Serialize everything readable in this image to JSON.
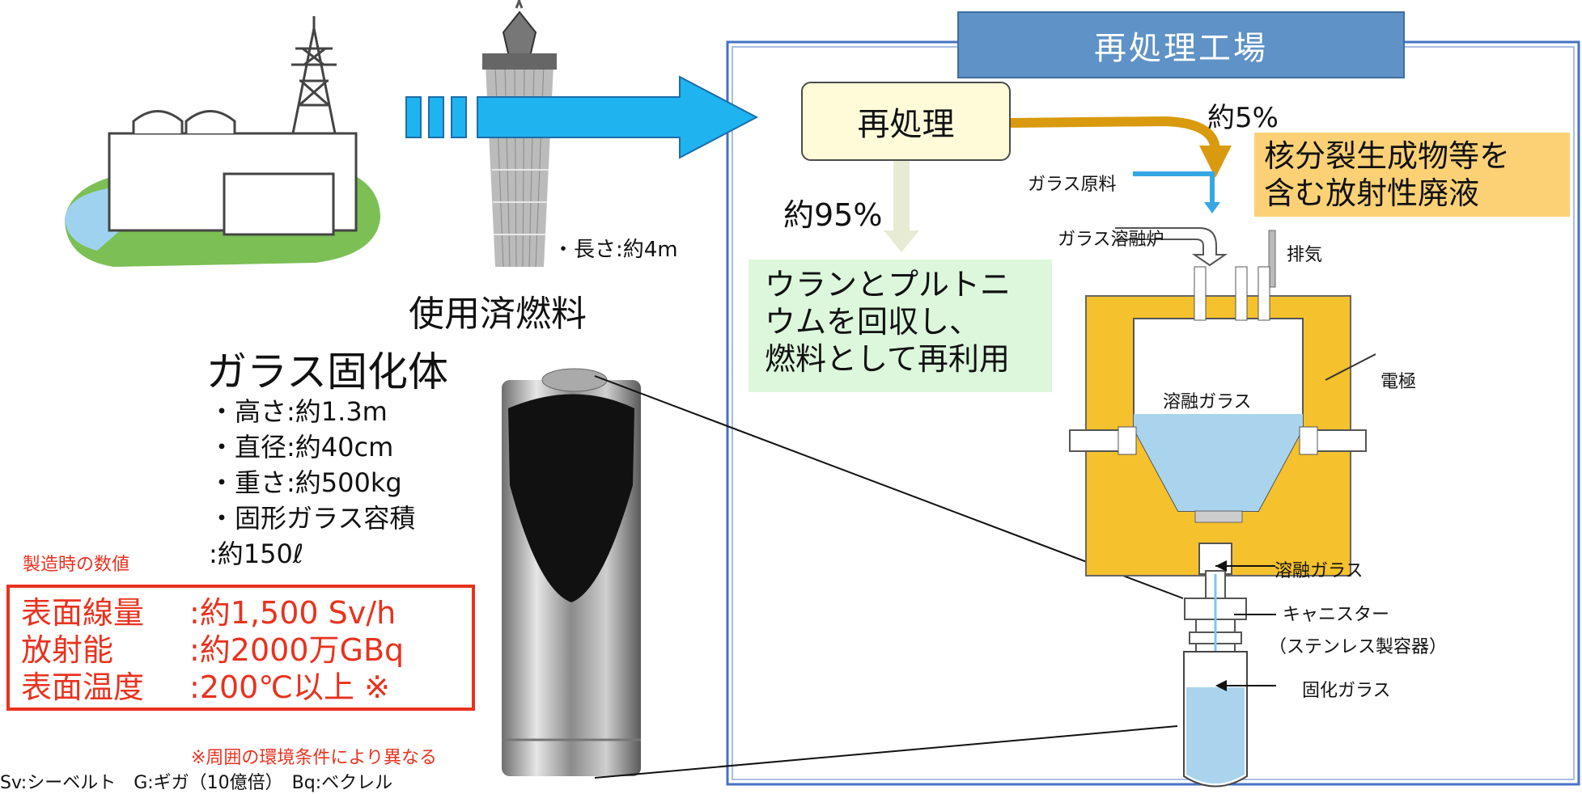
{
  "factory": {
    "title": "再処理工場"
  },
  "spent_fuel": {
    "title": "使用済燃料",
    "length": "・長さ:約4m"
  },
  "glass": {
    "title": "ガラス固化体",
    "specs": [
      "・高さ:約1.3m",
      "・直径:約40cm",
      "・重さ:約500kg",
      "・固形ガラス容積",
      " :約150ℓ"
    ]
  },
  "manufacture_note": "製造時の数値",
  "measures": [
    {
      "label": "表面線量",
      "value": ":約1,500 Sv/h"
    },
    {
      "label": "放射能",
      "value": ":約2000万GBq"
    },
    {
      "label": "表面温度",
      "value": ":200℃以上 ※"
    }
  ],
  "footnote": "※周囲の環境条件により異なる",
  "units": "Sv:シーベルト　G:ギガ（10億倍）　Bq:ベクレル",
  "process": {
    "reprocess": "再処理",
    "pct95": "約95%",
    "pct5": "約5%",
    "waste_line1": "核分裂生成物等を",
    "waste_line2": "含む放射性廃液",
    "recycle_line1": "ウランとプルトニ",
    "recycle_line2": "ウムを回収し、",
    "recycle_line3": "燃料として再利用"
  },
  "furnace_labels": {
    "glass_material": "ガラス原料",
    "melter": "ガラス溶融炉",
    "exhaust": "排気",
    "electrode": "電極",
    "molten_glass_top": "溶融ガラス",
    "molten_glass_side": "溶融ガラス",
    "canister": "キャニスター",
    "canister_note": "（ステンレス製容器）",
    "solid_glass": "固化ガラス"
  },
  "colors": {
    "arrow_blue": "#1fb3f0",
    "frame_blue": "#4472c4",
    "furnace_yellow": "#f5c12c",
    "glass_blue": "#aad4ee",
    "orange_arrow": "#d99a0f",
    "alert_red": "#e8321f"
  }
}
